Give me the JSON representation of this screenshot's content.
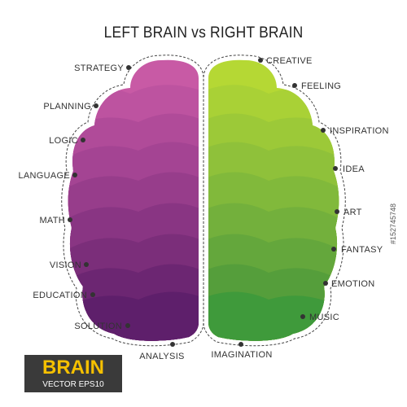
{
  "title": "LEFT BRAIN  vs  RIGHT BRAIN",
  "left_labels": [
    "STRATEGY",
    "PLANNING",
    "LOGIC",
    "LANGUAGE",
    "MATH",
    "VISION",
    "EDUCATION",
    "SOLUTION",
    "ANALYSIS"
  ],
  "right_labels": [
    "CREATIVE",
    "FEELING",
    "INSPIRATION",
    "IDEA",
    "ART",
    "FANTASY",
    "EMOTION",
    "MUSIC",
    "IMAGINATION"
  ],
  "badge": {
    "title": "BRAIN",
    "subtitle": "VECTOR EPS10"
  },
  "stock_id": "#152745748",
  "colors": {
    "left_light": "#c85aa5",
    "left_dark": "#5e1f6b",
    "right_light": "#b5d834",
    "right_dark": "#3f9a3b",
    "badge_bg": "#3a3a3a",
    "badge_title": "#f5c000"
  }
}
